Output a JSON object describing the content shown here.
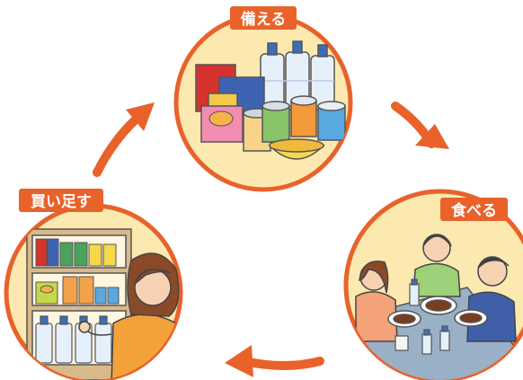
{
  "labels": {
    "prepare": "備える",
    "eat": "食べる",
    "restock": "買い足す"
  },
  "colors": {
    "accent": "#e8622a",
    "circle_fill": "#fbe9b0",
    "outline": "#333333"
  }
}
